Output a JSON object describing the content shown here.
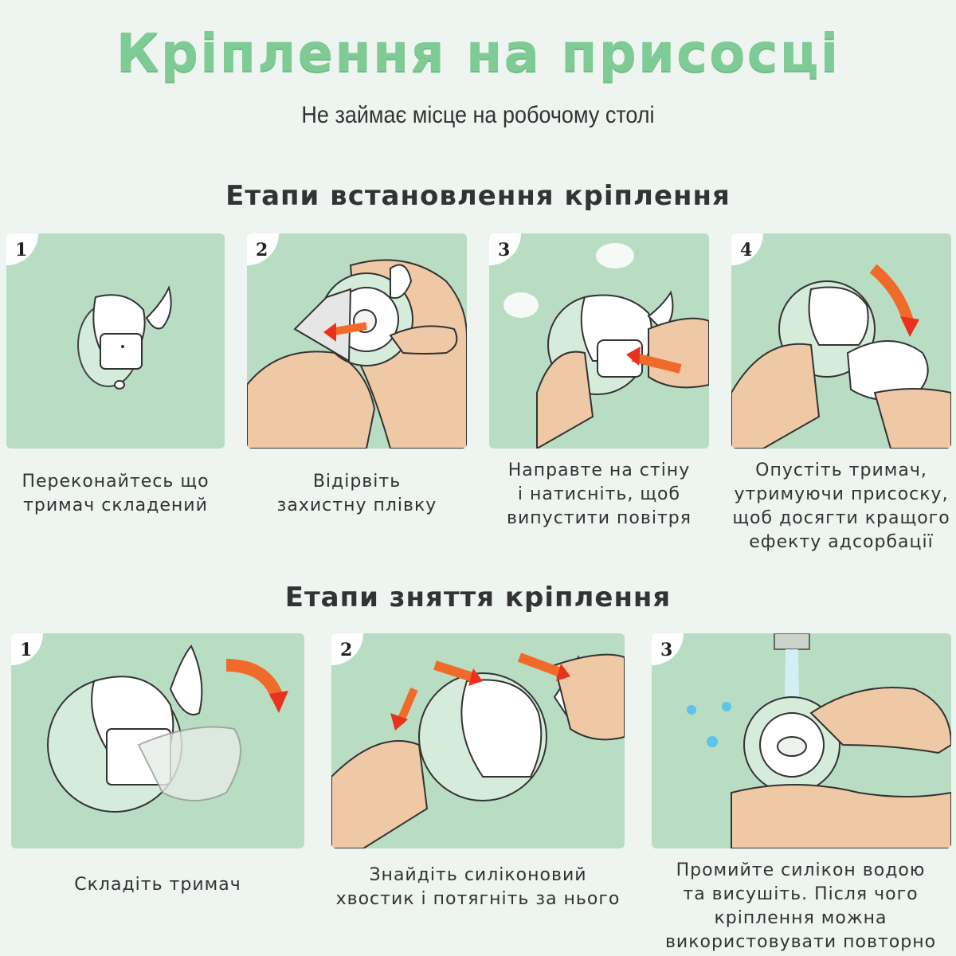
{
  "header": {
    "title": "Кріплення на присосці",
    "subtitle": "Не займає місце на робочому столі"
  },
  "install": {
    "title": "Етапи встановлення кріплення",
    "steps": [
      {
        "number": "1",
        "caption": [
          "Переконайтесь що",
          "тримач складений"
        ]
      },
      {
        "number": "2",
        "caption": [
          "Відірвіть",
          "захистну плівку"
        ]
      },
      {
        "number": "3",
        "caption": [
          "Направте на стіну",
          "і натисніть, щоб",
          "випустити повітря"
        ]
      },
      {
        "number": "4",
        "caption": [
          "Опустіть тримач,",
          "утримуючи присоску,",
          "щоб досягти кращого",
          "ефекту адсорбації"
        ]
      }
    ]
  },
  "removal": {
    "title": "Етапи зняття кріплення",
    "steps": [
      {
        "number": "1",
        "caption": [
          "Складіть тримач"
        ]
      },
      {
        "number": "2",
        "caption": [
          "Знайдіть силіконовий",
          "хвостик і потягніть за нього"
        ]
      },
      {
        "number": "3",
        "caption": [
          "Промийте силікон водою",
          "та висушіть. Після чого",
          "кріплення можна",
          "використовувати повторно"
        ]
      }
    ]
  },
  "colors": {
    "accent": "#7fcb95",
    "card_bg": "#b8ddc2",
    "skin": "#efc9a6",
    "arrow": "#f06a2a"
  }
}
